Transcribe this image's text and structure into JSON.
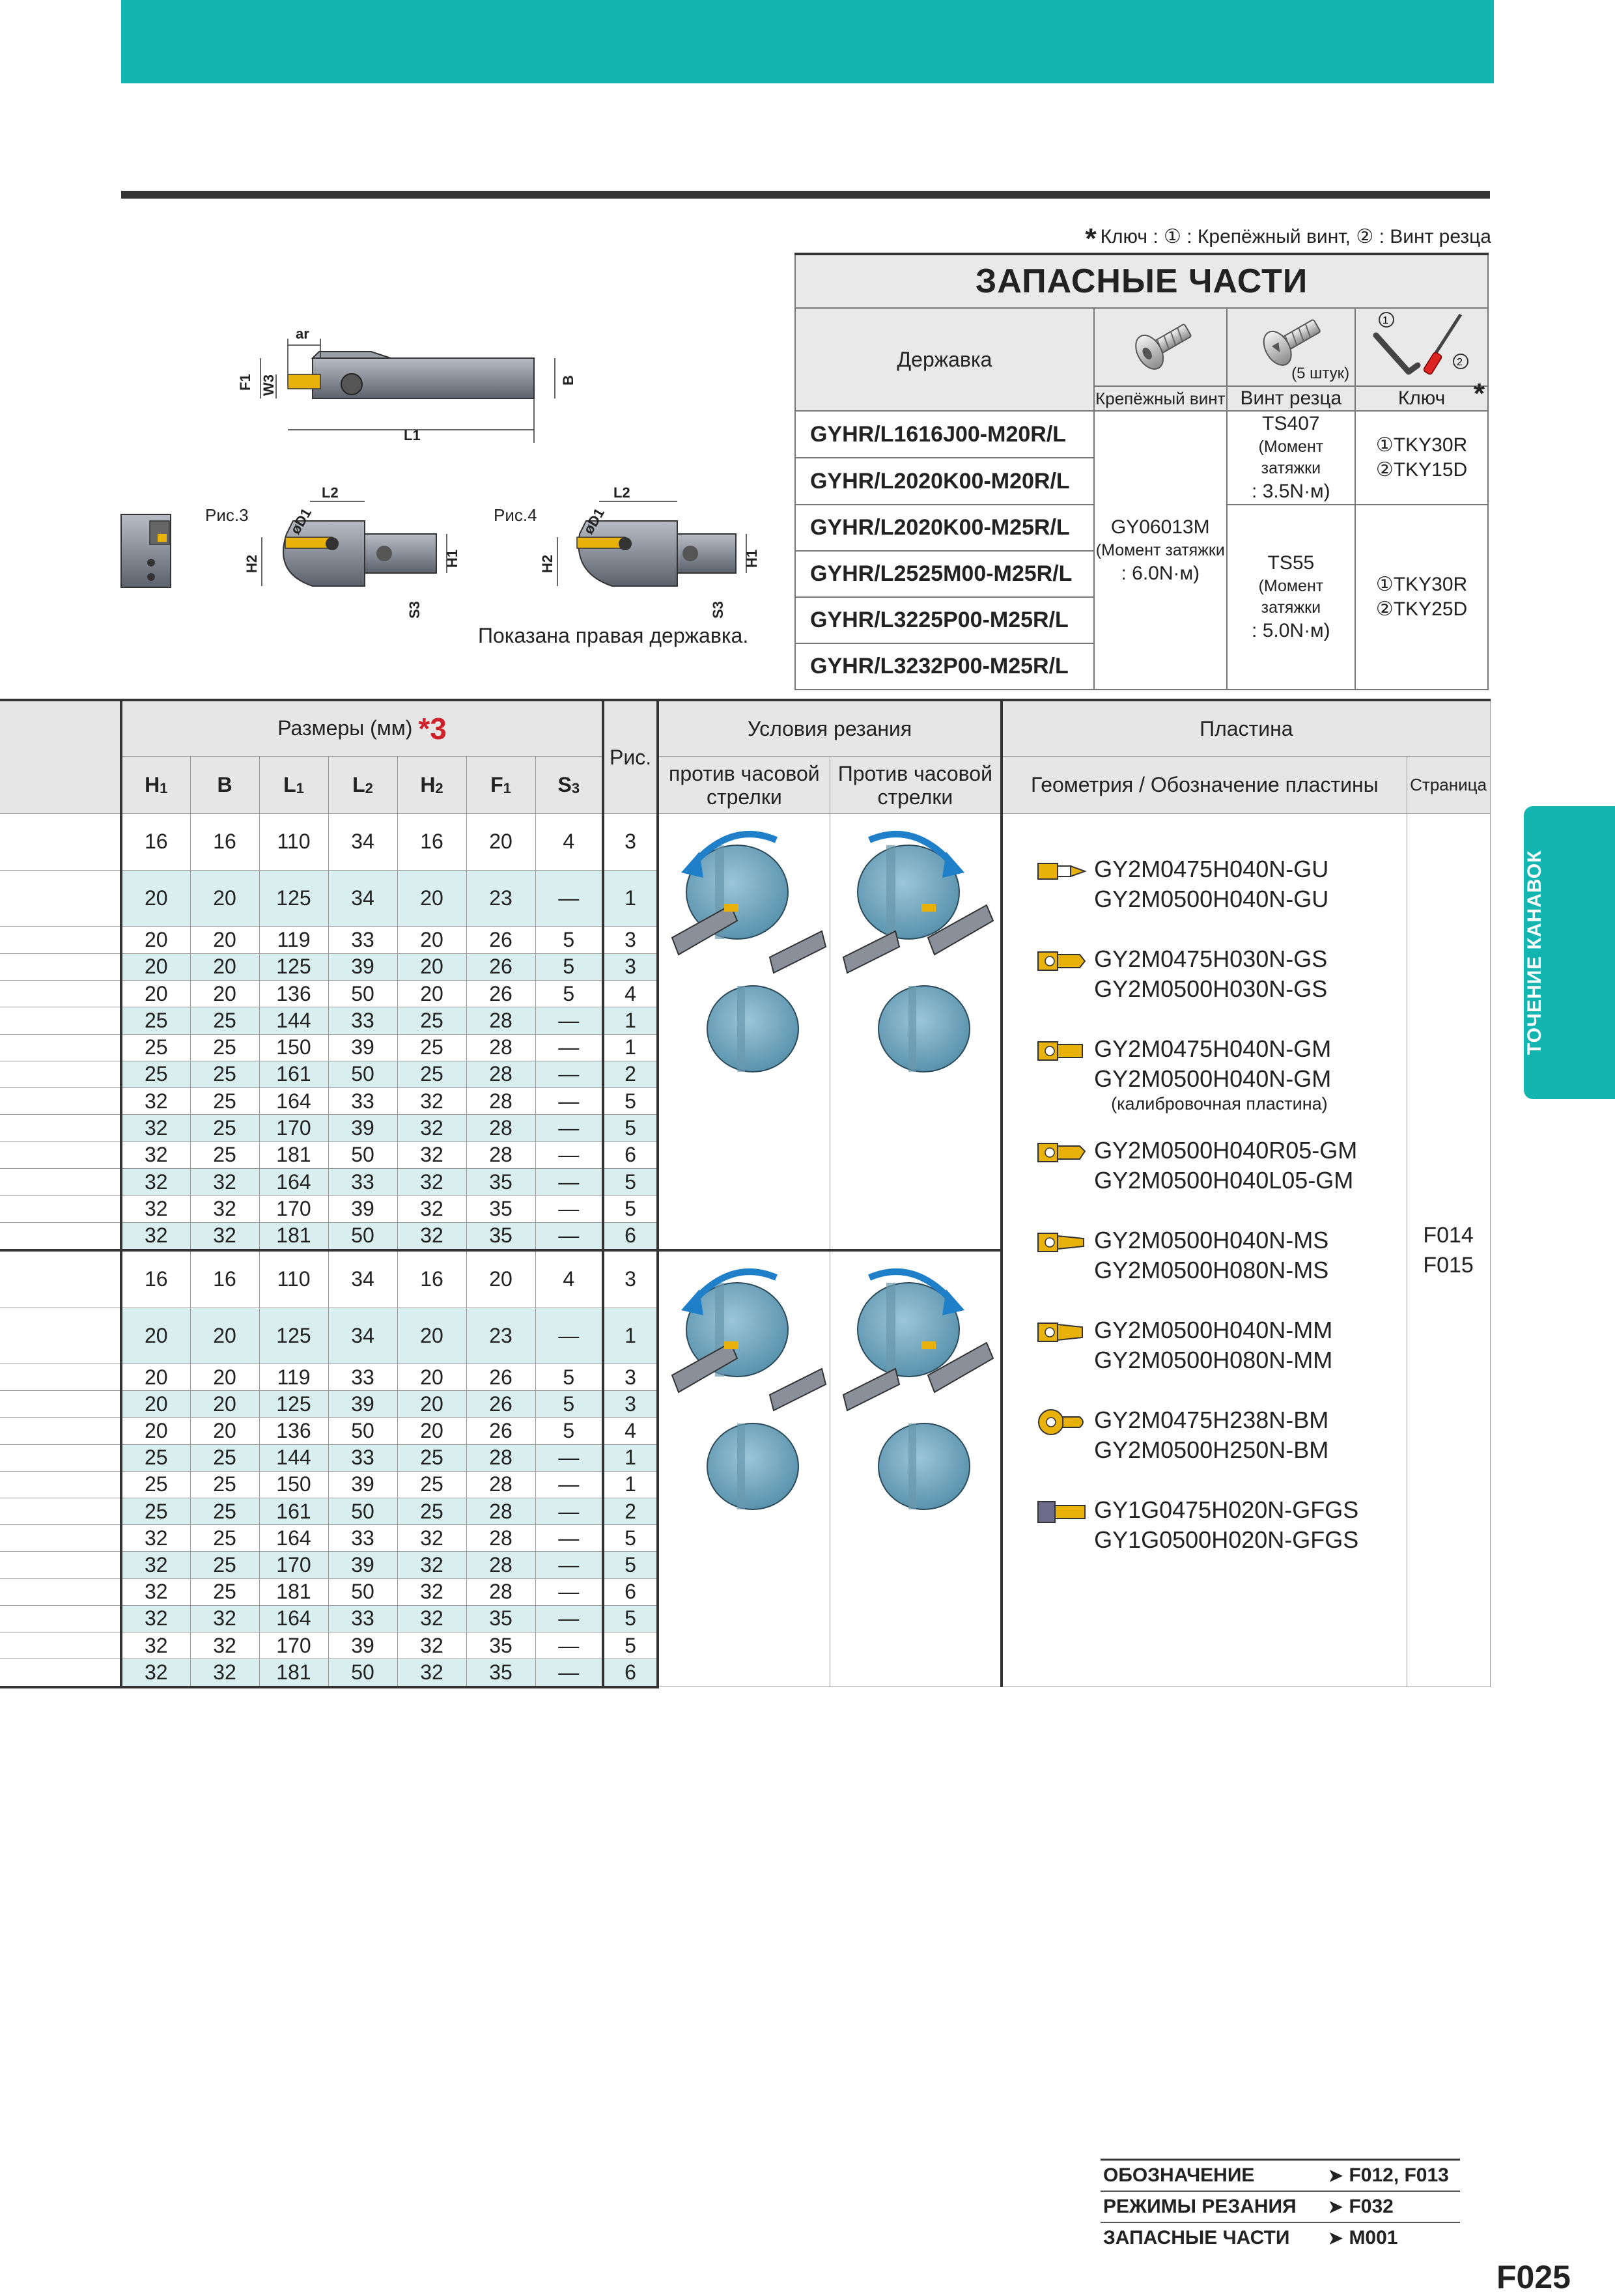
{
  "keynote": {
    "star": "*",
    "text": "Ключ : ① : Крепёжный винт, ② : Винт резца"
  },
  "spare_parts": {
    "title": "ЗАПАСНЫЕ ЧАСТИ",
    "holder_label": "Державка",
    "pieces_note": "(5 штук)",
    "col_clamp_screw": "Крепёжный винт",
    "col_cutter_screw": "Винт резца",
    "col_key": "Ключ",
    "key_star": "*",
    "models": [
      "GYHR/L1616J00-M20R/L",
      "GYHR/L2020K00-M20R/L",
      "GYHR/L2020K00-M25R/L",
      "GYHR/L2525M00-M25R/L",
      "GYHR/L3225P00-M25R/L",
      "GYHR/L3232P00-M25R/L"
    ],
    "clamp_screw": {
      "code": "GY06013M",
      "torque_label": "(Момент затяжки",
      "torque_value": ": 6.0N·м)"
    },
    "cutter_screw_1": {
      "code": "TS407",
      "torque_label": "(Момент затяжки",
      "torque_value": ": 3.5N·м)"
    },
    "cutter_screw_2": {
      "code": "TS55",
      "torque_label": "(Момент затяжки",
      "torque_value": ": 5.0N·м)"
    },
    "key_1": {
      "a": "①TKY30R",
      "b": "②TKY15D"
    },
    "key_2": {
      "a": "①TKY30R",
      "b": "②TKY25D"
    }
  },
  "drawing": {
    "labels": {
      "ar": "ar",
      "f1": "F1",
      "w3": "W3",
      "b": "B",
      "l1": "L1",
      "fig3": "Рис.3",
      "fig4": "Рис.4",
      "l2": "L2",
      "d1": "øD1",
      "h2": "H2",
      "h1": "H1",
      "s3": "S3"
    },
    "caption": "Показана правая державка."
  },
  "table": {
    "dims_label": "Размеры (мм)",
    "dims_star": "*3",
    "fig_label": "Рис.",
    "cond_label": "Условия резания",
    "insert_label": "Пластина",
    "cols": [
      "H1",
      "B",
      "L1",
      "L2",
      "H2",
      "F1",
      "S3"
    ],
    "ccw_label": "против часовой стрелки",
    "cw_label": "Против часовой стрелки",
    "geom_label": "Геометрия / Обозначение пластины",
    "page_label": "Страница",
    "block1": [
      [
        "16",
        "16",
        "110",
        "34",
        "16",
        "20",
        "4",
        "3"
      ],
      [
        "20",
        "20",
        "125",
        "34",
        "20",
        "23",
        "—",
        "1"
      ],
      [
        "20",
        "20",
        "119",
        "33",
        "20",
        "26",
        "5",
        "3"
      ],
      [
        "20",
        "20",
        "125",
        "39",
        "20",
        "26",
        "5",
        "3"
      ],
      [
        "20",
        "20",
        "136",
        "50",
        "20",
        "26",
        "5",
        "4"
      ],
      [
        "25",
        "25",
        "144",
        "33",
        "25",
        "28",
        "—",
        "1"
      ],
      [
        "25",
        "25",
        "150",
        "39",
        "25",
        "28",
        "—",
        "1"
      ],
      [
        "25",
        "25",
        "161",
        "50",
        "25",
        "28",
        "—",
        "2"
      ],
      [
        "32",
        "25",
        "164",
        "33",
        "32",
        "28",
        "—",
        "5"
      ],
      [
        "32",
        "25",
        "170",
        "39",
        "32",
        "28",
        "—",
        "5"
      ],
      [
        "32",
        "25",
        "181",
        "50",
        "32",
        "28",
        "—",
        "6"
      ],
      [
        "32",
        "32",
        "164",
        "33",
        "32",
        "35",
        "—",
        "5"
      ],
      [
        "32",
        "32",
        "170",
        "39",
        "32",
        "35",
        "—",
        "5"
      ],
      [
        "32",
        "32",
        "181",
        "50",
        "32",
        "35",
        "—",
        "6"
      ]
    ],
    "block2": [
      [
        "16",
        "16",
        "110",
        "34",
        "16",
        "20",
        "4",
        "3"
      ],
      [
        "20",
        "20",
        "125",
        "34",
        "20",
        "23",
        "—",
        "1"
      ],
      [
        "20",
        "20",
        "119",
        "33",
        "20",
        "26",
        "5",
        "3"
      ],
      [
        "20",
        "20",
        "125",
        "39",
        "20",
        "26",
        "5",
        "3"
      ],
      [
        "20",
        "20",
        "136",
        "50",
        "20",
        "26",
        "5",
        "4"
      ],
      [
        "25",
        "25",
        "144",
        "33",
        "25",
        "28",
        "—",
        "1"
      ],
      [
        "25",
        "25",
        "150",
        "39",
        "25",
        "28",
        "—",
        "1"
      ],
      [
        "25",
        "25",
        "161",
        "50",
        "25",
        "28",
        "—",
        "2"
      ],
      [
        "32",
        "25",
        "164",
        "33",
        "32",
        "28",
        "—",
        "5"
      ],
      [
        "32",
        "25",
        "170",
        "39",
        "32",
        "28",
        "—",
        "5"
      ],
      [
        "32",
        "25",
        "181",
        "50",
        "32",
        "28",
        "—",
        "6"
      ],
      [
        "32",
        "32",
        "164",
        "33",
        "32",
        "35",
        "—",
        "5"
      ],
      [
        "32",
        "32",
        "170",
        "39",
        "32",
        "35",
        "—",
        "5"
      ],
      [
        "32",
        "32",
        "181",
        "50",
        "32",
        "35",
        "—",
        "6"
      ]
    ],
    "inserts": [
      {
        "a": "GY2M0475H040N-GU",
        "b": "GY2M0500H040N-GU"
      },
      {
        "a": "GY2M0475H030N-GS",
        "b": "GY2M0500H030N-GS"
      },
      {
        "a": "GY2M0475H040N-GM",
        "b": "GY2M0500H040N-GM",
        "note": "(калибровочная пластина)"
      },
      {
        "a": "GY2M0500H040R05-GM",
        "b": "GY2M0500H040L05-GM"
      },
      {
        "a": "GY2M0500H040N-MS",
        "b": "GY2M0500H080N-MS"
      },
      {
        "a": "GY2M0500H040N-MM",
        "b": "GY2M0500H080N-MM"
      },
      {
        "a": "GY2M0475H238N-BM",
        "b": "GY2M0500H250N-BM"
      },
      {
        "a": "GY1G0475H020N-GFGS",
        "b": "GY1G0500H020N-GFGS"
      }
    ],
    "pages": {
      "a": "F014",
      "b": "F015"
    }
  },
  "side_tab": "ТОЧЕНИЕ КАНАВОК",
  "refs": [
    {
      "label": "ОБОЗНАЧЕНИЕ",
      "arrow": "➤",
      "page": "F012, F013"
    },
    {
      "label": "РЕЖИМЫ РЕЗАНИЯ",
      "arrow": "➤",
      "page": "F032"
    },
    {
      "label": "ЗАПАСНЫЕ ЧАСТИ",
      "arrow": "➤",
      "page": "M001"
    }
  ],
  "page_number": "F025",
  "colors": {
    "accent": "#13b5b1",
    "alt_row": "#d9efef",
    "star": "#d0202a",
    "insert_gold": "#e8b20a"
  }
}
